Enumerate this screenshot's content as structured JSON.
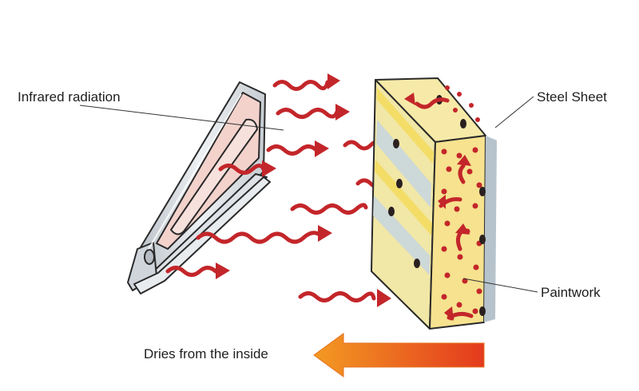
{
  "labels": {
    "infrared": "Infrared radiation",
    "steel": "Steel Sheet",
    "paintwork": "Paintwork",
    "dries": "Dries from the inside"
  },
  "colors": {
    "radiation": "#c3262a",
    "lamp_body": "#d6dbe0",
    "lamp_glass": "#f3d2cc",
    "sheet_front": "#f3e79a",
    "sheet_side": "#f6e8a2",
    "arrow_start": "#f39a22",
    "arrow_end": "#e43a1e"
  }
}
